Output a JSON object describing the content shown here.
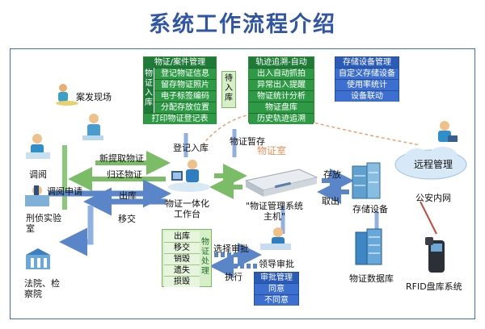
{
  "title": "系统工作流程介绍",
  "left_nodes": {
    "case_scene": "案发现场",
    "review": "调阅",
    "lab": "刑侦实验室",
    "court": "法院、检察院"
  },
  "flow_labels": {
    "new_evidence": "新提取物证",
    "return_evidence": "归还物证",
    "review_request": "调阅申请",
    "out_storage": "出库",
    "transfer": "移交",
    "register_in": "登记入库",
    "evidence_temp": "物证暂存",
    "evidence_room": "物证室",
    "store": "存放",
    "take_out": "取出",
    "select_approval": "选择审批",
    "leader_approval": "领导审批",
    "execute": "执行"
  },
  "case_panel": {
    "header": "物证/案件管理",
    "side": "物证入库",
    "items": [
      "登记物证信息",
      "留存物证照片",
      "电子标签编码",
      "分配存放位置",
      "打印物证登记表"
    ]
  },
  "wait_box": "待入库",
  "track_panel": {
    "header": "轨迹追溯-自动",
    "items": [
      "出入自动抓拍",
      "异常出入提醒",
      "物证统计分析",
      "物证盘库",
      "历史轨迹追溯"
    ]
  },
  "storage_panel": {
    "header": "存储设备管理",
    "items": [
      "自定义存储设备",
      "使用率统计",
      "设备联动"
    ]
  },
  "disposal_panel": {
    "items": [
      "出库",
      "移交",
      "销毁",
      "遗失",
      "损毁"
    ],
    "side": "物证处理"
  },
  "approval_panel": {
    "header": "审批管理",
    "items": [
      "同意",
      "不同意"
    ]
  },
  "devices": {
    "workstation": "物证一体化\n工作台",
    "host": "\"物证管理系统\n主机\"",
    "storage": "存储设备",
    "database": "物证数据库",
    "rfid": "RFID盘库系统",
    "remote": "远程管理",
    "intranet": "公安内网"
  },
  "colors": {
    "title": "#2f55a4",
    "green_header": "#1f7a3a",
    "green_item": "#2f9a45",
    "blue_header": "#2a5bb7",
    "blue_item": "#3d6fd0",
    "arrow_blue": "#5a86c9",
    "arrow_green": "#8bc97a",
    "dashed_orange": "#f0a070"
  }
}
